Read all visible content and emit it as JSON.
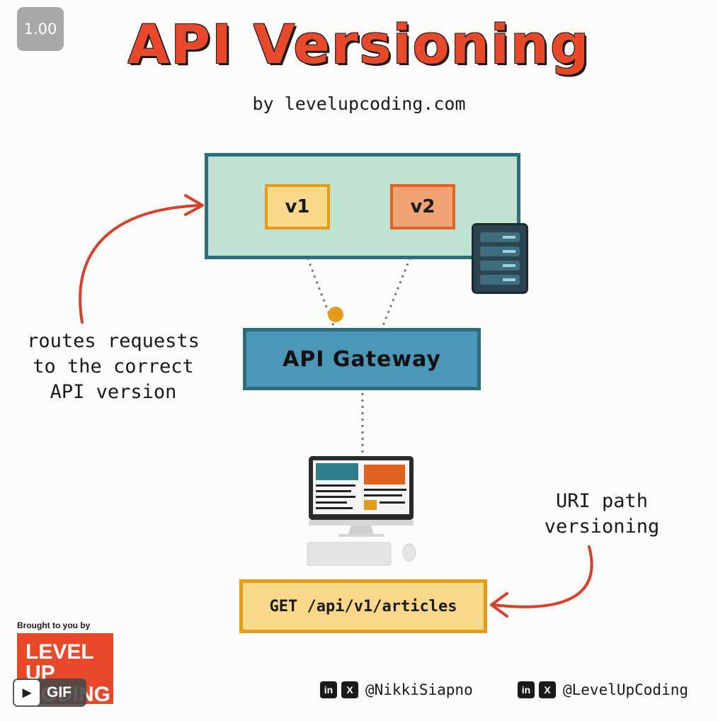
{
  "player": {
    "speed": "1.00",
    "gif_label": "GIF",
    "play_icon": "play-icon"
  },
  "title": "API Versioning",
  "subtitle": "by levelupcoding.com",
  "diagram": {
    "versions": [
      "v1",
      "v2"
    ],
    "gateway_label": "API Gateway",
    "side_note_lines": [
      "routes requests",
      "to the correct",
      "API version"
    ],
    "uri_note_lines": [
      "URI path",
      "versioning"
    ],
    "request_label": "GET /api/v1/articles",
    "colors": {
      "title_red": "#e8492b",
      "server_area": "#bfe2d3",
      "teal_border": "#2b6e7c",
      "gateway": "#4b97b8",
      "v1": "#f9d88a",
      "v2": "#f0a373",
      "dot": "#e59a1a",
      "arrow": "#d7402a"
    }
  },
  "footer": {
    "brought_by": "Brought to you by",
    "logo_lines": [
      "LEVEL UP",
      "CODING"
    ],
    "socials": [
      {
        "icons": [
          "in",
          "X"
        ],
        "handle": "@NikkiSiapno"
      },
      {
        "icons": [
          "in",
          "X"
        ],
        "handle": "@LevelUpCoding"
      }
    ]
  }
}
